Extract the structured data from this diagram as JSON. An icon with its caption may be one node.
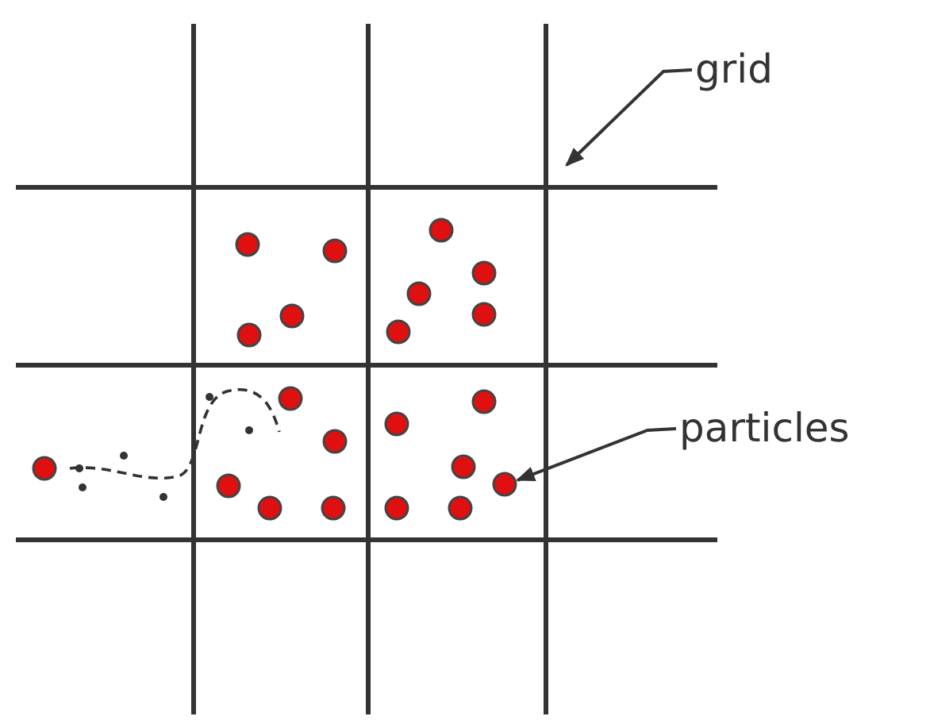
{
  "diagram": {
    "nodes": [
      {
        "text": [
          "grid"
        ]
      },
      {
        "text": [
          "particles"
        ]
      },
      {
        "text": [],
        "shape": "circle"
      },
      {
        "text": [],
        "shape": "circle"
      },
      {
        "text": [],
        "shape": "circle"
      },
      {
        "text": [],
        "shape": "circle"
      },
      {
        "text": [],
        "shape": "circle"
      },
      {
        "text": [],
        "shape": "circle"
      },
      {
        "text": [],
        "shape": "circle"
      },
      {
        "text": [],
        "shape": "circle"
      },
      {
        "text": [],
        "shape": "circle"
      },
      {
        "text": [],
        "shape": "circle"
      },
      {
        "text": [],
        "shape": "circle"
      },
      {
        "text": [],
        "shape": "circle"
      },
      {
        "text": [],
        "shape": "circle"
      },
      {
        "text": [],
        "shape": "circle"
      },
      {
        "text": [],
        "shape": "circle"
      },
      {
        "text": [],
        "shape": "circle"
      },
      {
        "text": [],
        "shape": "circle"
      },
      {
        "text": [],
        "shape": "circle"
      },
      {
        "text": [],
        "shape": "circle"
      },
      {
        "text": [],
        "shape": "circle"
      },
      {
        "text": [],
        "shape": "circle"
      }
    ],
    "edges": [
      {
        "from": 0,
        "to": null,
        "arrow": "to"
      },
      {
        "from": 1,
        "to": 17,
        "arrow": "to"
      }
    ]
  }
}
